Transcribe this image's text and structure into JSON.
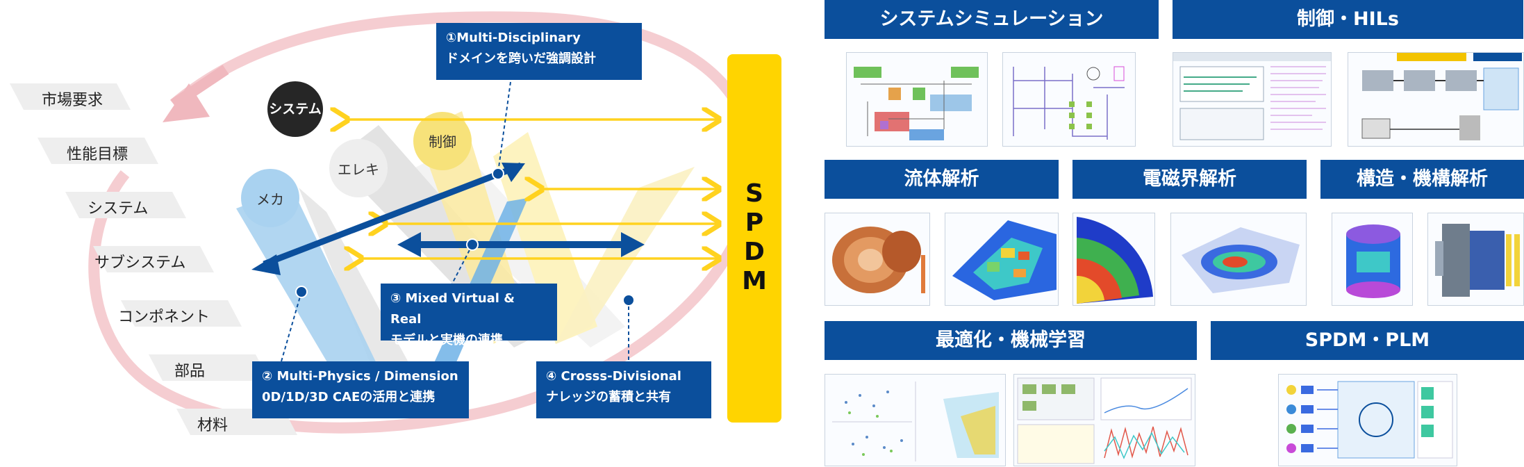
{
  "levels": [
    "市場要求",
    "性能目標",
    "システム",
    "サブシステム",
    "コンポネント",
    "部品",
    "材料"
  ],
  "domains": {
    "system": "システム",
    "control": "制御",
    "electric": "エレキ",
    "mechanical": "メカ"
  },
  "callouts": {
    "c1": {
      "line1": "①Multi-Disciplinary",
      "line2": "ドメインを跨いだ強調設計"
    },
    "c2": {
      "line1": "② Multi-Physics / Dimension",
      "line2": "0D/1D/3D CAEの活用と連携"
    },
    "c3": {
      "line1": "③ Mixed Virtual & Real",
      "line2": "モデルと実機の連携"
    },
    "c4": {
      "line1": "④ Crosss-Divisional",
      "line2": "ナレッジの蓄積と共有"
    }
  },
  "spdm_letters": [
    "S",
    "P",
    "D",
    "M"
  ],
  "categories": {
    "system_sim": "システムシミュレーション",
    "control_hils": "制御・HILs",
    "fluid": "流体解析",
    "em": "電磁界解析",
    "structure": "構造・機構解析",
    "optimization": "最適化・機械学習",
    "spdm_plm": "SPDM・PLM"
  },
  "colors": {
    "header_blue": "#0b4f9c",
    "spdm_yellow": "#ffd400",
    "arrow_yellow": "#ffd21f",
    "arrow_blue": "#0b4f9c",
    "arc_pink": "#f3c3c7"
  }
}
